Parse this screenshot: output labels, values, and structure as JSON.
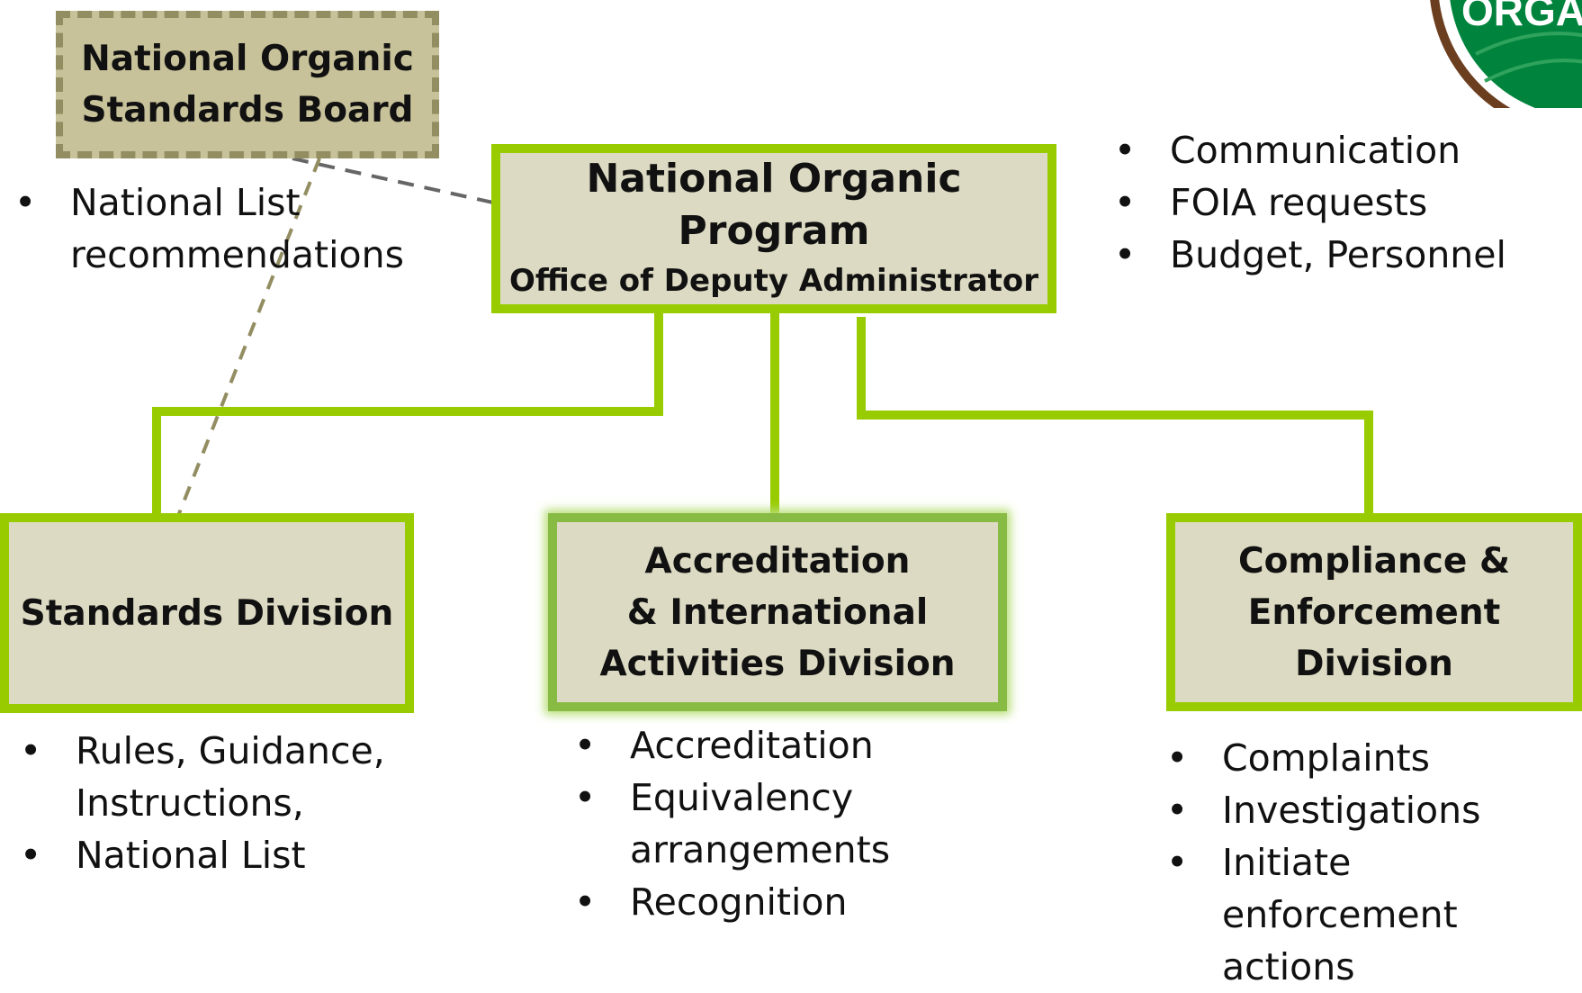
{
  "boxes": {
    "nosb": {
      "line1": "National Organic",
      "line2": "Standards Board"
    },
    "nop": {
      "title": "National Organic Program",
      "subtitle": "Office of Deputy Administrator"
    },
    "standards": {
      "label": "Standards Division"
    },
    "accreditation": {
      "line1": "Accreditation",
      "line2": "& International",
      "line3": "Activities Division"
    },
    "compliance": {
      "line1": "Compliance &",
      "line2": "Enforcement Division"
    }
  },
  "bullets": {
    "nosb": [
      "National List recommendations"
    ],
    "nop": [
      "Communication",
      "FOIA requests",
      "Budget, Personnel"
    ],
    "standards": [
      "Rules, Guidance, Instructions,",
      "National List"
    ],
    "accreditation": [
      "Accreditation",
      "Equivalency arrangements",
      "Recognition"
    ],
    "compliance": [
      "Complaints",
      "Investigations",
      "Initiate enforcement actions"
    ]
  },
  "logo": {
    "text": "ORGAN",
    "icon": "usda-organic-seal-icon"
  },
  "colors": {
    "box_border": "#99cc00",
    "box_fill": "#dcdac2",
    "nosb_border": "#938d62",
    "nosb_fill": "#c8c29a",
    "dashed_link": "#666666",
    "logo_green": "#00843d",
    "logo_brown": "#6b3e1f"
  }
}
